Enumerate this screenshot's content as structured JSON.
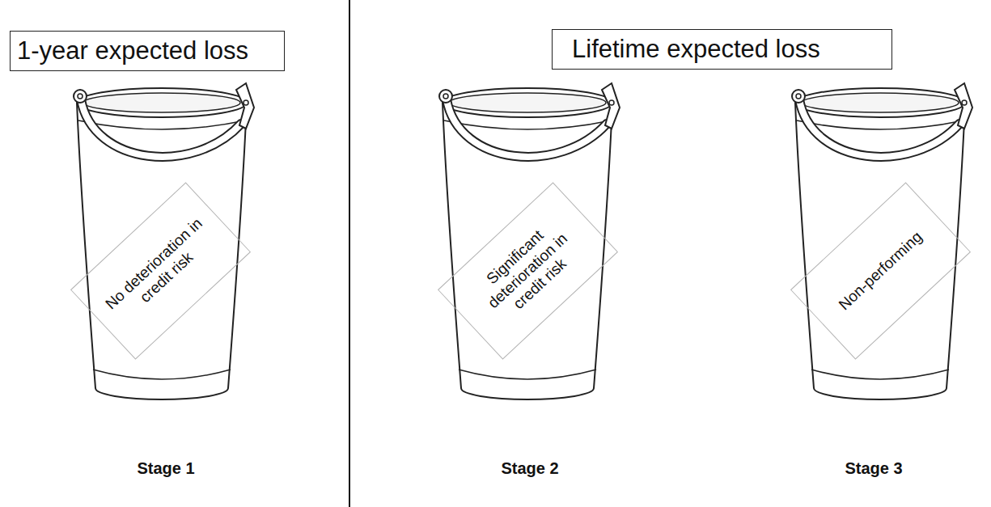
{
  "diagram": {
    "nodes": [
      {
        "text": [
          "1-year expected loss"
        ]
      },
      {
        "text": [
          "Lifetime expected loss"
        ]
      },
      {
        "text": [
          "No deterioration in credit risk"
        ]
      },
      {
        "text": [
          "Significant deterioration in credit risk"
        ]
      },
      {
        "text": [
          "Non-performing"
        ]
      }
    ],
    "labels": [
      "Stage 1",
      "Stage 2",
      "Stage 3"
    ]
  }
}
